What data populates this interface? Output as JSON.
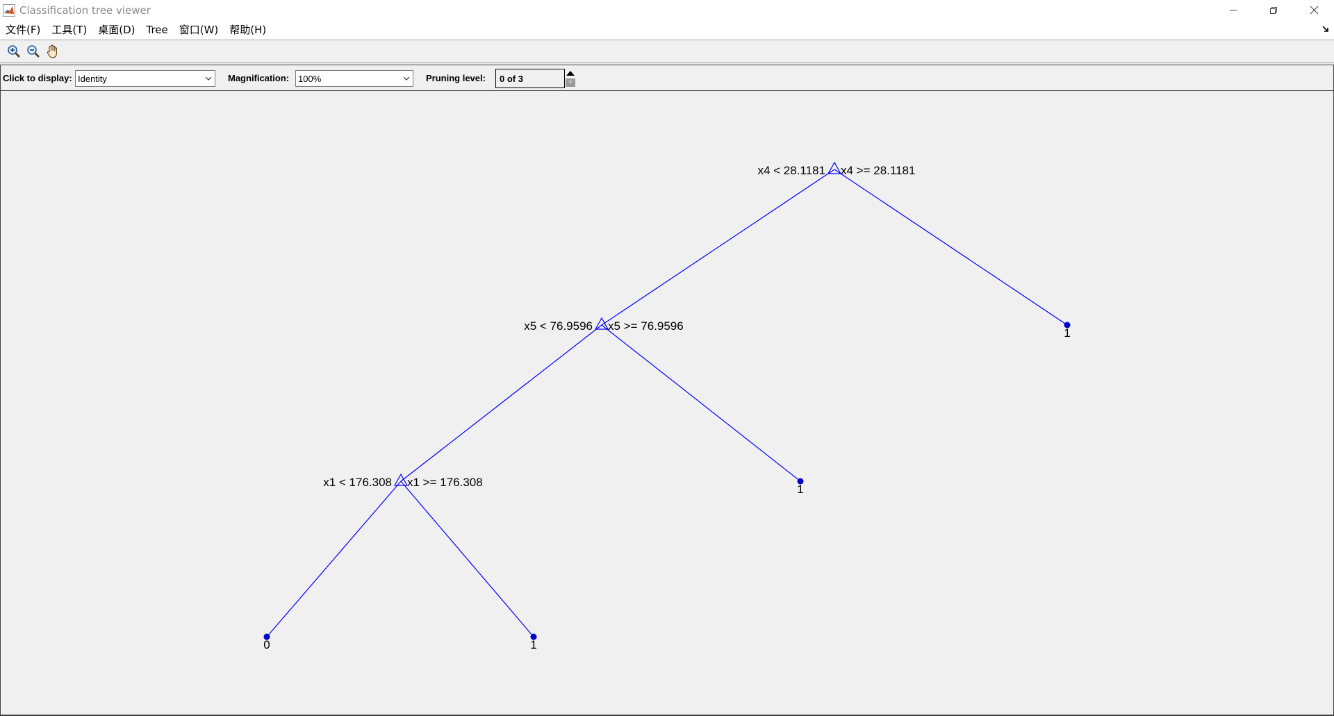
{
  "window": {
    "title": "Classification tree viewer"
  },
  "menu": {
    "items": [
      "文件(F)",
      "工具(T)",
      "桌面(D)",
      "Tree",
      "窗口(W)",
      "帮助(H)"
    ]
  },
  "toolbar": {
    "tools": [
      "zoom-in-icon",
      "zoom-out-icon",
      "pan-hand-icon"
    ]
  },
  "controls": {
    "display_label": "Click to display:",
    "display_value": "Identity",
    "magnification_label": "Magnification:",
    "magnification_value": "100%",
    "pruning_label": "Pruning level:",
    "pruning_value": "0 of 3"
  },
  "tree": {
    "line_color": "#0000ff",
    "node_color": "#0000cc",
    "nodes": [
      {
        "id": "n1",
        "type": "split",
        "left_label": "x4 < 28.1181",
        "right_label": "x4 >= 28.1181",
        "children": [
          "n2",
          "n3"
        ]
      },
      {
        "id": "n2",
        "type": "split",
        "left_label": "x5 < 76.9596",
        "right_label": "x5 >= 76.9596",
        "children": [
          "n4",
          "n5"
        ]
      },
      {
        "id": "n3",
        "type": "leaf",
        "label": "1"
      },
      {
        "id": "n4",
        "type": "split",
        "left_label": "x1 < 176.308",
        "right_label": "x1 >= 176.308",
        "children": [
          "n6",
          "n7"
        ]
      },
      {
        "id": "n5",
        "type": "leaf",
        "label": "1"
      },
      {
        "id": "n6",
        "type": "leaf",
        "label": "0"
      },
      {
        "id": "n7",
        "type": "leaf",
        "label": "1"
      }
    ]
  }
}
